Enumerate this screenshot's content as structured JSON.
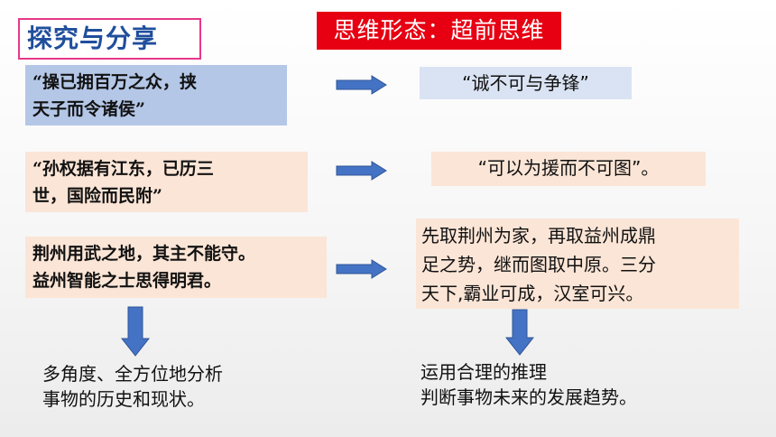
{
  "slide": {
    "title": "探究与分享",
    "mindset": "思维形态：超前思维",
    "rows": [
      {
        "quote_line1": "“操已拥百万之众，挟",
        "quote_line2": "天子而令诸侯”",
        "answer": "“诚不可与争锋”"
      },
      {
        "quote_line1": "“孙权据有江东，已历三",
        "quote_line2": "世，国险而民附”",
        "answer": "“可以为援而不可图”。"
      },
      {
        "quote_line1": "荆州用武之地，其主不能守。",
        "quote_line2": "益州智能之士思得明君。",
        "answer_line1": "先取荆州为家，再取益州成鼎",
        "answer_line2": "足之势，继而图取中原。三分",
        "answer_line3": "天下,霸业可成，汉室可兴。"
      }
    ],
    "conclusion_left_line1": "多角度、全方位地分析",
    "conclusion_left_line2": "事物的历史和现状。",
    "conclusion_right_line1": "运用合理的推理",
    "conclusion_right_line2": "判断事物未来的发展趋势。"
  },
  "colors": {
    "title_border": "#e8378a",
    "title_text": "#1f4e9c",
    "mindset_bg": "#e60012",
    "arrow_fill": "#4472c4"
  }
}
